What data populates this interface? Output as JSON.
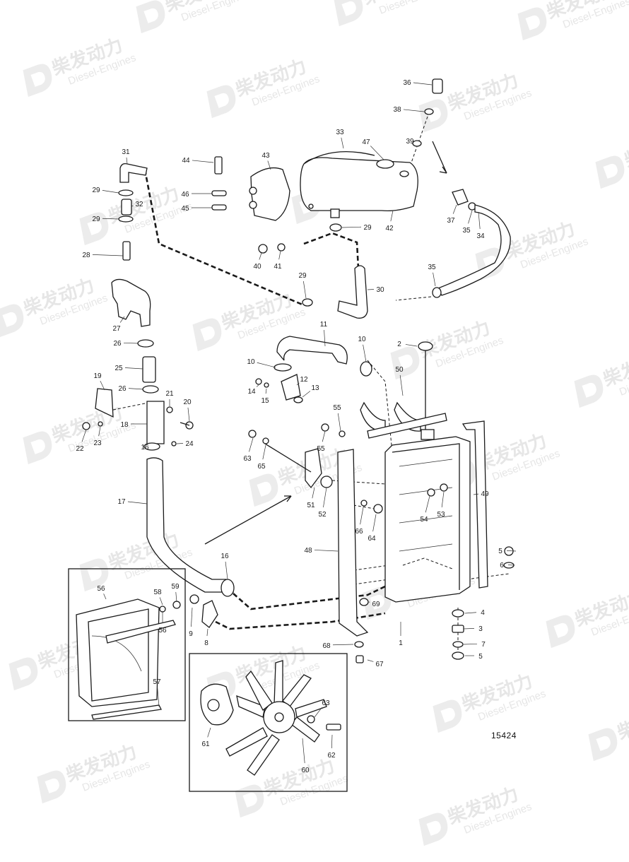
{
  "figure_number": "15424",
  "watermark": {
    "chinese": "柴发动力",
    "english": "Diesel-Engines"
  },
  "labels": [
    "1",
    "2",
    "3",
    "4",
    "5",
    "5",
    "6",
    "7",
    "8",
    "9",
    "10",
    "10",
    "11",
    "12",
    "13",
    "14",
    "15",
    "16",
    "16",
    "17",
    "18",
    "19",
    "20",
    "21",
    "22",
    "23",
    "24",
    "25",
    "26",
    "26",
    "27",
    "28",
    "29",
    "29",
    "29",
    "29",
    "30",
    "31",
    "32",
    "33",
    "34",
    "35",
    "35",
    "36",
    "37",
    "38",
    "39",
    "40",
    "41",
    "42",
    "43",
    "44",
    "45",
    "46",
    "47",
    "48",
    "49",
    "50",
    "51",
    "52",
    "53",
    "54",
    "55",
    "55",
    "56",
    "56",
    "57",
    "58",
    "59",
    "60",
    "61",
    "62",
    "63",
    "63",
    "64",
    "65",
    "66",
    "67",
    "68",
    "69"
  ]
}
